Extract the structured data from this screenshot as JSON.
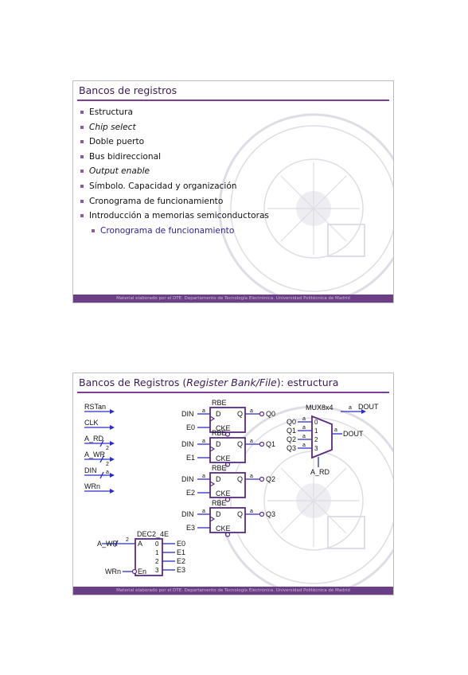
{
  "slide1": {
    "title": "Bancos de registros",
    "bullets": [
      "Estructura",
      "Chip select",
      "Doble puerto",
      "Bus bidireccional",
      "Output enable",
      "Símbolo. Capacidad y organización",
      "Cronograma de funcionamiento",
      "Introducción a memorias semiconductoras",
      "Cronograma de funcionamiento"
    ],
    "footer": "Material elaborado por el DTE. Departamento de Tecnología Electrónica. Universidad Politécnica de Madrid"
  },
  "slide2": {
    "title_pre": "Bancos de Registros (",
    "title_italic": "Register Bank/File",
    "title_post": "): estructura",
    "footer": "Material elaborado por el DTE. Departamento de Tecnología Electrónica. Universidad Politécnica de Madrid",
    "schematic": {
      "inputs": [
        "RSTan",
        "CLK",
        "A_RD",
        "A_WR",
        "DIN",
        "WRn"
      ],
      "bus_widths": [
        "2",
        "2",
        "a"
      ],
      "reg_name": "RBE",
      "reg_pins": [
        "D",
        "Q",
        "CKE"
      ],
      "reg_din": "DIN",
      "reg_enables": [
        "E0",
        "E1",
        "E2",
        "E3"
      ],
      "reg_outputs": [
        "Q0",
        "Q1",
        "Q2",
        "Q3"
      ],
      "width_label": "a",
      "mux_name": "MUX8x4",
      "mux_inputs": [
        "Q0",
        "Q1",
        "Q2",
        "Q3"
      ],
      "mux_pins": [
        "0",
        "1",
        "2",
        "3"
      ],
      "mux_select": "A_RD",
      "mux_output": "DOUT",
      "dout_port": "DOUT",
      "dec_name": "DEC2_4E",
      "dec_addr": "A_WR",
      "dec_addr_width": "2",
      "dec_pin_a": "A",
      "dec_pins": [
        "0",
        "1",
        "2",
        "3"
      ],
      "dec_en": "En",
      "dec_en_in": "WRn",
      "dec_outputs": [
        "E0",
        "E1",
        "E2",
        "E3"
      ]
    }
  },
  "colors": {
    "title": "#3b1a55",
    "rule": "#7b3d96",
    "bullet": "#8a5aa3",
    "sub": "#2a1fa0",
    "footer": "#6a3f86",
    "wire": "#2b2bc8",
    "block": "#5a2a82"
  }
}
